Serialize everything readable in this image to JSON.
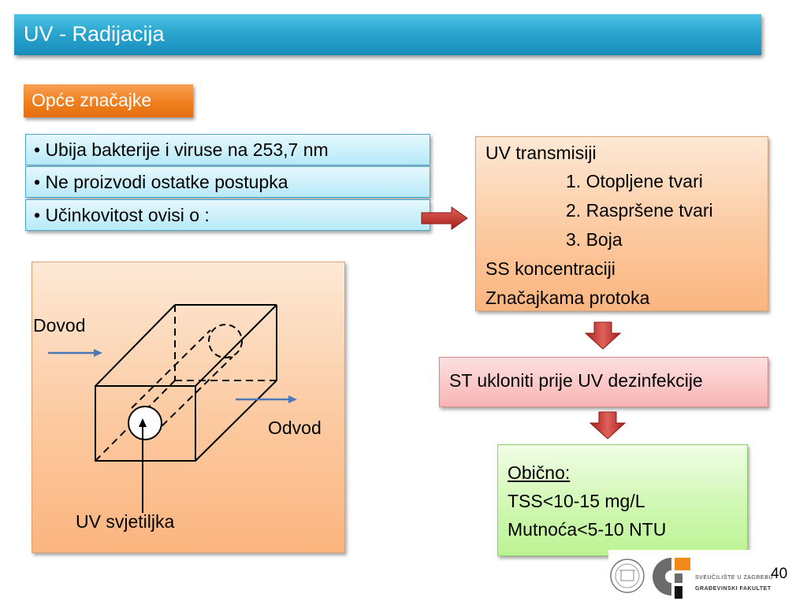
{
  "header": {
    "title": "UV - Radijacija"
  },
  "section": {
    "label": "Opće značajke"
  },
  "bullets": [
    "• Ubija bakterije i viruse na 253,7 nm",
    "• Ne proizvodi ostatke postupka",
    "• Učinkovitost ovisi o :"
  ],
  "factors": {
    "line1": "UV transmisiji",
    "item1": "1. Otopljene tvari",
    "item2": "2. Raspršene tvari",
    "item3": "3. Boja",
    "line2": "SS koncentraciji",
    "line3": "Značajkama protoka"
  },
  "diagram": {
    "inlet": "Dovod",
    "outlet": "Odvod",
    "lamp": "UV svjetiljka"
  },
  "removal": {
    "text": "ST ukloniti prije UV dezinfekcije"
  },
  "typical": {
    "heading": "Obično:",
    "tss": "TSS<10-15 mg/L",
    "turbidity": "Mutnoća<5-10 NTU"
  },
  "footer": {
    "university": "SVEUČILIŠTE U ZAGREBU",
    "faculty": "GRAĐEVINSKI FAKULTET",
    "page_number": "40"
  },
  "colors": {
    "title_bar": "#2aa6d0",
    "section_label": "#ef7f1e",
    "arrow": "#c0302a"
  }
}
